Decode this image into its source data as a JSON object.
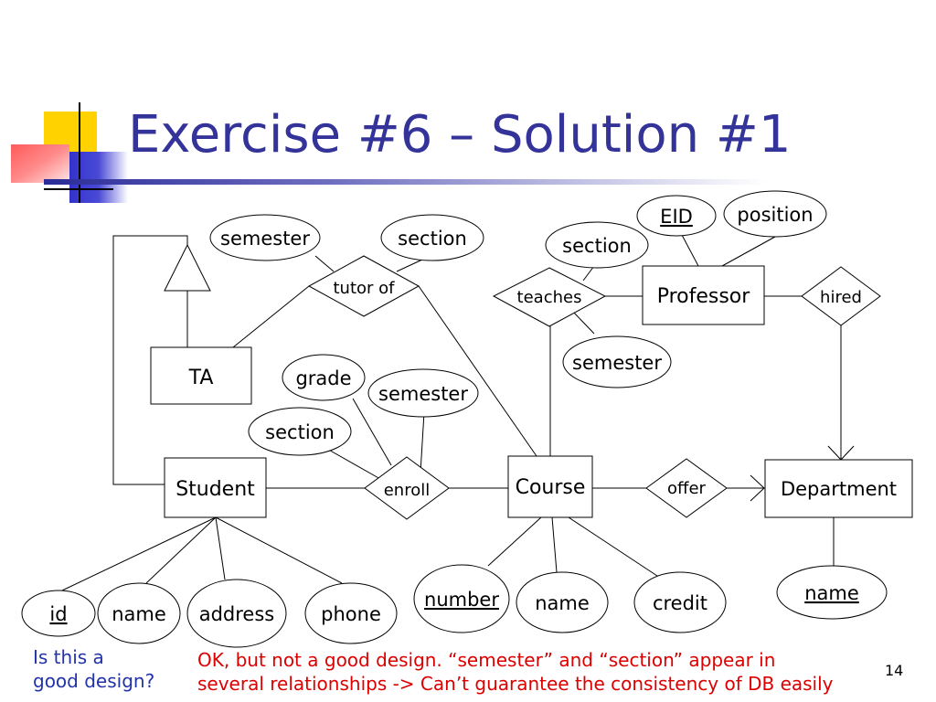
{
  "slide": {
    "title": "Exercise #6 – Solution #1",
    "question_line1": "Is this a",
    "question_line2": "good design?",
    "answer_line1": "OK, but not a good design. “semester” and “section” appear in",
    "answer_line2": "several relationships -> Can’t guarantee the consistency of DB easily",
    "slide_number": "14"
  },
  "entities": {
    "ta": "TA",
    "student": "Student",
    "course": "Course",
    "professor": "Professor",
    "department": "Department"
  },
  "relationships": {
    "tutor_of": "tutor of",
    "teaches": "teaches",
    "hired": "hired",
    "enroll": "enroll",
    "offer": "offer"
  },
  "attributes": {
    "tutor_semester": "semester",
    "tutor_section": "section",
    "teaches_section": "section",
    "teaches_semester": "semester",
    "professor_eid": "EID",
    "professor_position": "position",
    "enroll_grade": "grade",
    "enroll_semester": "semester",
    "enroll_section": "section",
    "student_id": "id",
    "student_name": "name",
    "student_address": "address",
    "student_phone": "phone",
    "course_number": "number",
    "course_name": "name",
    "course_credit": "credit",
    "department_name": "name"
  },
  "colors": {
    "title": "#333399",
    "question": "#2233aa",
    "answer": "#dd0000"
  }
}
